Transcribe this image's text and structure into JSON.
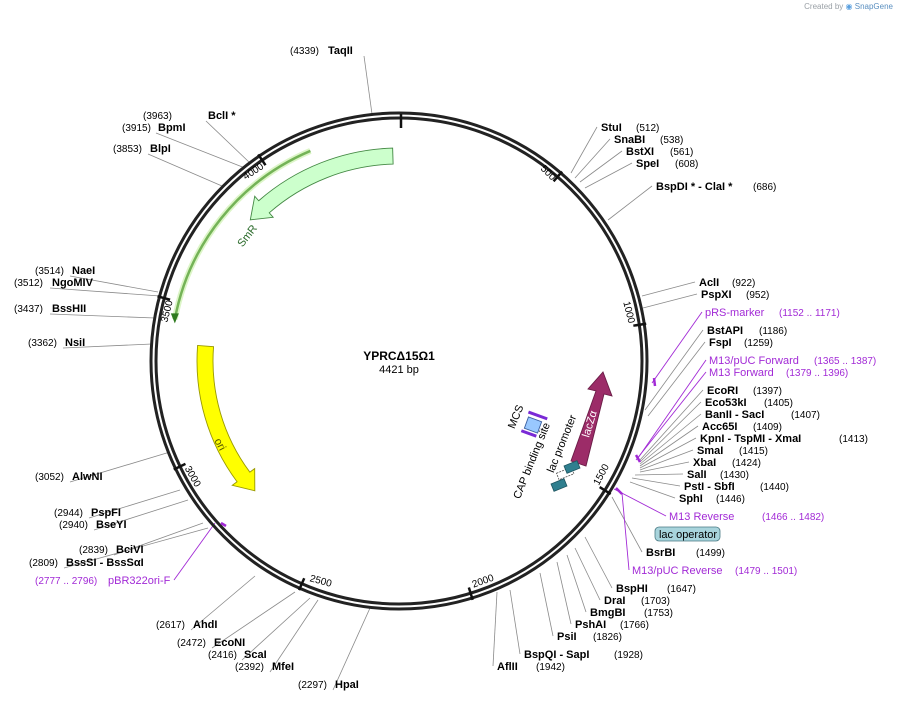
{
  "brand": {
    "created_by": "Created by",
    "app": "SnapGene"
  },
  "plasmid": {
    "name": "YPRCΔ15Ω1",
    "length_label": "4421 bp",
    "length": 4421
  },
  "ruler": [
    {
      "pos": 500,
      "label": "500"
    },
    {
      "pos": 1000,
      "label": "1000"
    },
    {
      "pos": 1500,
      "label": "1500"
    },
    {
      "pos": 2000,
      "label": "2000"
    },
    {
      "pos": 2500,
      "label": "2500"
    },
    {
      "pos": 3000,
      "label": "3000"
    },
    {
      "pos": 3500,
      "label": "3500"
    },
    {
      "pos": 4000,
      "label": "4000"
    }
  ],
  "features": [
    {
      "name": "SmR",
      "start": 3850,
      "end": 4400,
      "color": "#ccffcc",
      "stroke": "#448844",
      "dir": -1,
      "label_color": "#2a6a2a"
    },
    {
      "name": "ori",
      "start": 2800,
      "end": 3370,
      "color": "#ffff00",
      "stroke": "#999900",
      "dir": -1,
      "label_color": "#555500"
    },
    {
      "name": "lacZα",
      "start": 1150,
      "end": 1420,
      "color": "#9c2c68",
      "stroke": "#6a1c46",
      "dir": -1,
      "label_color": "#ffffff"
    }
  ],
  "small_features": [
    {
      "name": "MCS",
      "color": "#99c8ff"
    },
    {
      "name": "lac promoter",
      "color": "#ffffff"
    },
    {
      "name": "CAP binding site",
      "color": "#2f7f8f"
    }
  ],
  "right_sites": [
    {
      "name": "StuI",
      "pos": "(512)"
    },
    {
      "name": "SnaBI",
      "pos": "(538)"
    },
    {
      "name": "BstXI",
      "pos": "(561)"
    },
    {
      "name": "SpeI",
      "pos": "(608)"
    },
    {
      "name": "BspDI * - ClaI *",
      "pos": "(686)"
    },
    {
      "name": "AclI",
      "pos": "(922)"
    },
    {
      "name": "PspXI",
      "pos": "(952)"
    },
    {
      "name": "BstAPI",
      "pos": "(1186)"
    },
    {
      "name": "FspI",
      "pos": "(1259)"
    },
    {
      "name": "EcoRI",
      "pos": "(1397)"
    },
    {
      "name": "Eco53kI",
      "pos": "(1405)"
    },
    {
      "name": "BanII - SacI",
      "pos": "(1407)"
    },
    {
      "name": "Acc65I",
      "pos": "(1409)"
    },
    {
      "name": "KpnI - TspMI - XmaI",
      "pos": "(1413)"
    },
    {
      "name": "SmaI",
      "pos": "(1415)"
    },
    {
      "name": "XbaI",
      "pos": "(1424)"
    },
    {
      "name": "SalI",
      "pos": "(1430)"
    },
    {
      "name": "PstI - SbfI",
      "pos": "(1440)"
    },
    {
      "name": "SphI",
      "pos": "(1446)"
    },
    {
      "name": "BsrBI",
      "pos": "(1499)"
    },
    {
      "name": "BspHI",
      "pos": "(1647)"
    },
    {
      "name": "DraI",
      "pos": "(1703)"
    },
    {
      "name": "BmgBI",
      "pos": "(1753)"
    },
    {
      "name": "PshAI",
      "pos": "(1766)"
    },
    {
      "name": "PsiI",
      "pos": "(1826)"
    },
    {
      "name": "BspQI - SapI",
      "pos": "(1928)"
    },
    {
      "name": "AflII",
      "pos": "(1942)"
    }
  ],
  "left_sites": [
    {
      "name": "TaqII",
      "pos": "(4339)"
    },
    {
      "name": "BclI *",
      "pos": "(3963)"
    },
    {
      "name": "BpmI",
      "pos": "(3915)"
    },
    {
      "name": "BlpI",
      "pos": "(3853)"
    },
    {
      "name": "NaeI",
      "pos": "(3514)"
    },
    {
      "name": "NgoMIV",
      "pos": "(3512)"
    },
    {
      "name": "BssHII",
      "pos": "(3437)"
    },
    {
      "name": "NsiI",
      "pos": "(3362)"
    },
    {
      "name": "AlwNI",
      "pos": "(3052)"
    },
    {
      "name": "PspFI",
      "pos": "(2944)"
    },
    {
      "name": "BseYI",
      "pos": "(2940)"
    },
    {
      "name": "BciVI",
      "pos": "(2839)"
    },
    {
      "name": "BssSI - BssSαI",
      "pos": "(2809)"
    },
    {
      "name": "AhdI",
      "pos": "(2617)"
    },
    {
      "name": "EcoNI",
      "pos": "(2472)"
    },
    {
      "name": "ScaI",
      "pos": "(2416)"
    },
    {
      "name": "MfeI",
      "pos": "(2392)"
    },
    {
      "name": "HpaI",
      "pos": "(2297)"
    }
  ],
  "feature_labels": [
    {
      "name": "pRS-marker",
      "pos": "(1152 .. 1171)"
    },
    {
      "name": "M13/pUC Forward",
      "pos": "(1365 .. 1387)"
    },
    {
      "name": "M13 Forward",
      "pos": "(1379 .. 1396)"
    },
    {
      "name": "M13 Reverse",
      "pos": "(1466 .. 1482)"
    },
    {
      "name": "M13/pUC Reverse",
      "pos": "(1479 .. 1501)"
    },
    {
      "name": "pBR322ori-F",
      "pos": "(2777 .. 2796)"
    }
  ],
  "boxed_label": {
    "name": "lac operator",
    "fill": "#a8d4dc"
  }
}
